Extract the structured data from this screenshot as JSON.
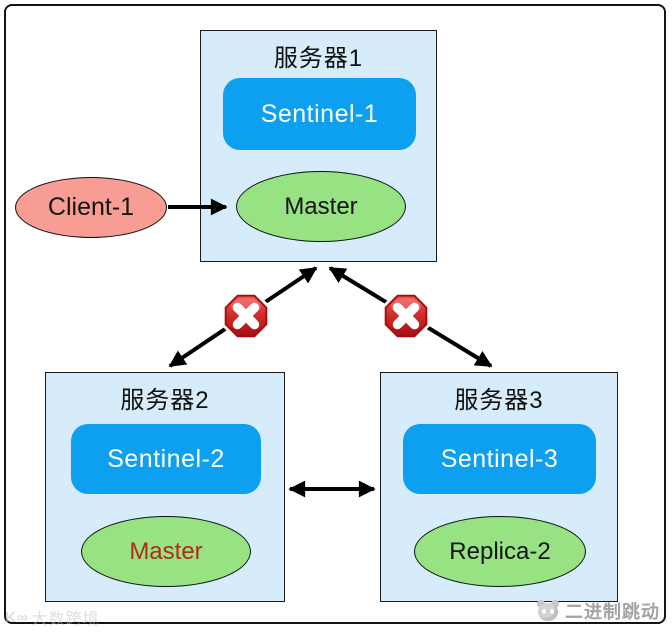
{
  "theme": {
    "page-bg": "#ffffff",
    "frame-border": "#141414",
    "server-fill": "#d7ecfa",
    "server-border": "#1a1a1a",
    "sentinel-fill": "#0da0f0",
    "sentinel-text": "#ffffff",
    "node-fill": "#97e283",
    "node-border": "#111111",
    "node-text": "#141414",
    "failed-master-text": "#b22a1a",
    "client-fill": "#f79d93",
    "arrow-color": "#000000",
    "watermark-right-color": "#a3a3a3",
    "watermark-left-color": "#bfbfbf"
  },
  "servers": [
    {
      "title": "服务器1",
      "sentinel": "Sentinel-1",
      "node": "Master"
    },
    {
      "title": "服务器2",
      "sentinel": "Sentinel-2",
      "node": "Master"
    },
    {
      "title": "服务器3",
      "sentinel": "Sentinel-3",
      "node": "Replica-2"
    }
  ],
  "client": {
    "label": "Client-1"
  },
  "icons": {
    "error": "x-octagon-icon",
    "left_logo_glyph": "K∞"
  },
  "watermarks": {
    "left": "大数跨境",
    "right": "二进制跳动"
  }
}
